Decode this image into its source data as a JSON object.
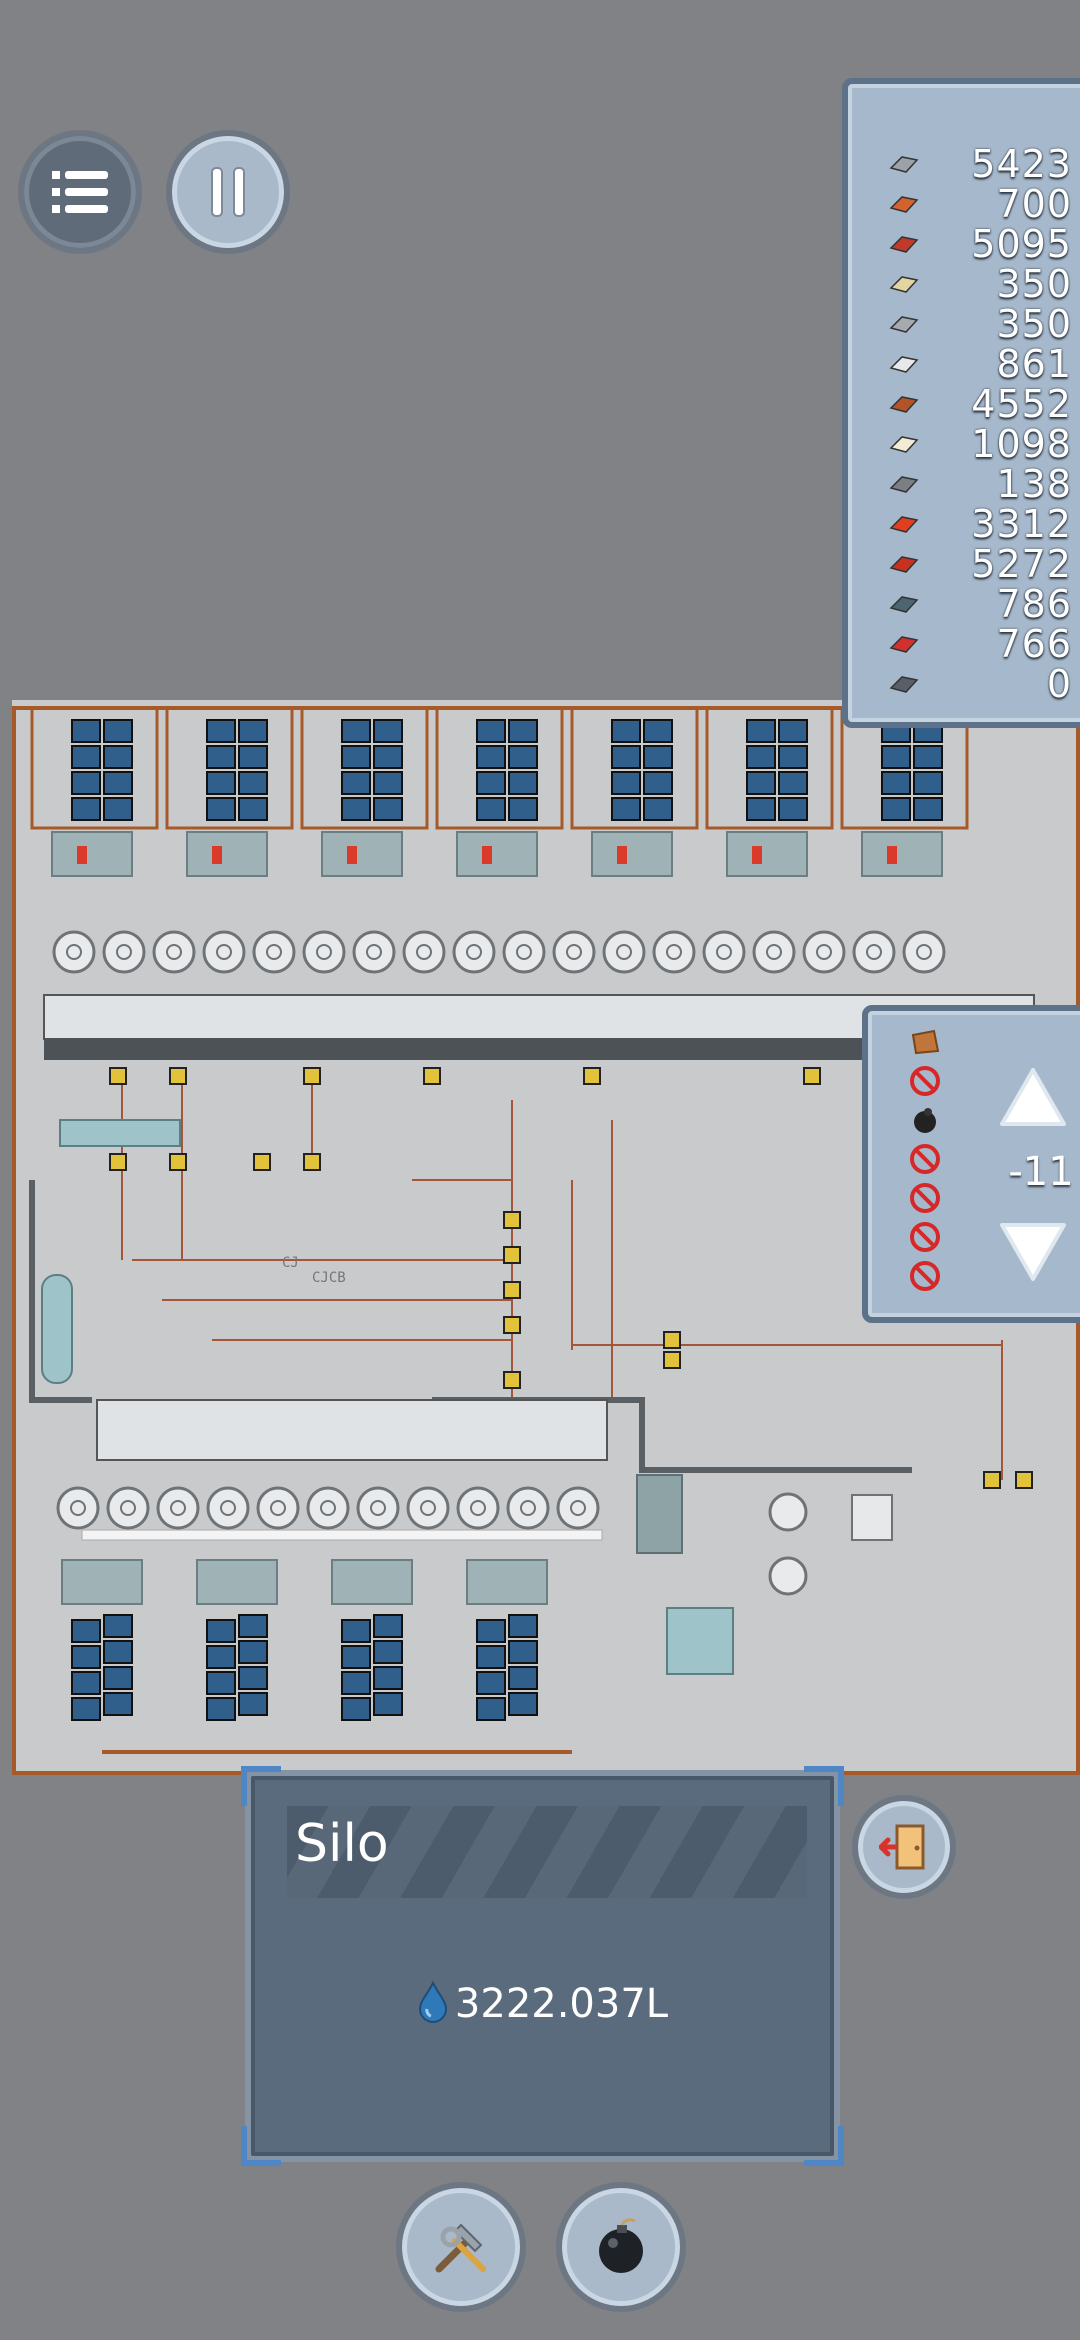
{
  "hud": {
    "menu_button": "menu-icon",
    "pause_button": "pause-icon",
    "exit_button": "exit-door-icon",
    "build_button": "build-tools-icon",
    "bomb_button": "bomb-icon"
  },
  "inventory": {
    "items": [
      {
        "icon": "iron-ingot",
        "color": "#9da2a8",
        "count": "5423"
      },
      {
        "icon": "copper-ingot",
        "color": "#d4622c",
        "count": "700"
      },
      {
        "icon": "copper-wire",
        "color": "#c0392b",
        "count": "5095"
      },
      {
        "icon": "gold-wire",
        "color": "#e3d5a2",
        "count": "350"
      },
      {
        "icon": "steel-wire",
        "color": "#a6a9ad",
        "count": "350"
      },
      {
        "icon": "silver-plate",
        "color": "#e6e8ea",
        "count": "861"
      },
      {
        "icon": "copper-plate",
        "color": "#b2532a",
        "count": "4552"
      },
      {
        "icon": "paper",
        "color": "#f3ecd4",
        "count": "1098"
      },
      {
        "icon": "stone-plate",
        "color": "#7b7f84",
        "count": "138"
      },
      {
        "icon": "red-plate",
        "color": "#e0401f",
        "count": "3312"
      },
      {
        "icon": "red-rod",
        "color": "#c8301f",
        "count": "5272"
      },
      {
        "icon": "steel-rod",
        "color": "#4d6570",
        "count": "786"
      },
      {
        "icon": "magnet",
        "color": "#d22f2f",
        "count": "766"
      },
      {
        "icon": "gear-parts",
        "color": "#595f66",
        "count": "0"
      }
    ]
  },
  "filter": {
    "slots": [
      "copper-ore-icon",
      "forbidden-icon",
      "coal-icon",
      "forbidden-icon",
      "forbidden-icon",
      "forbidden-icon",
      "forbidden-icon"
    ],
    "value": "-11"
  },
  "info_panel": {
    "title": "Silo",
    "liquid_icon": "water-drop-icon",
    "amount": "3222.037L"
  },
  "world": {
    "labels": [
      "CJ",
      "CJCB"
    ]
  },
  "colors": {
    "panel": "#a6b8cb",
    "panel_border": "#5d7188",
    "accent": "#4e86c6",
    "info_bg": "#5a6b7d",
    "ground": "#c9cacc"
  }
}
